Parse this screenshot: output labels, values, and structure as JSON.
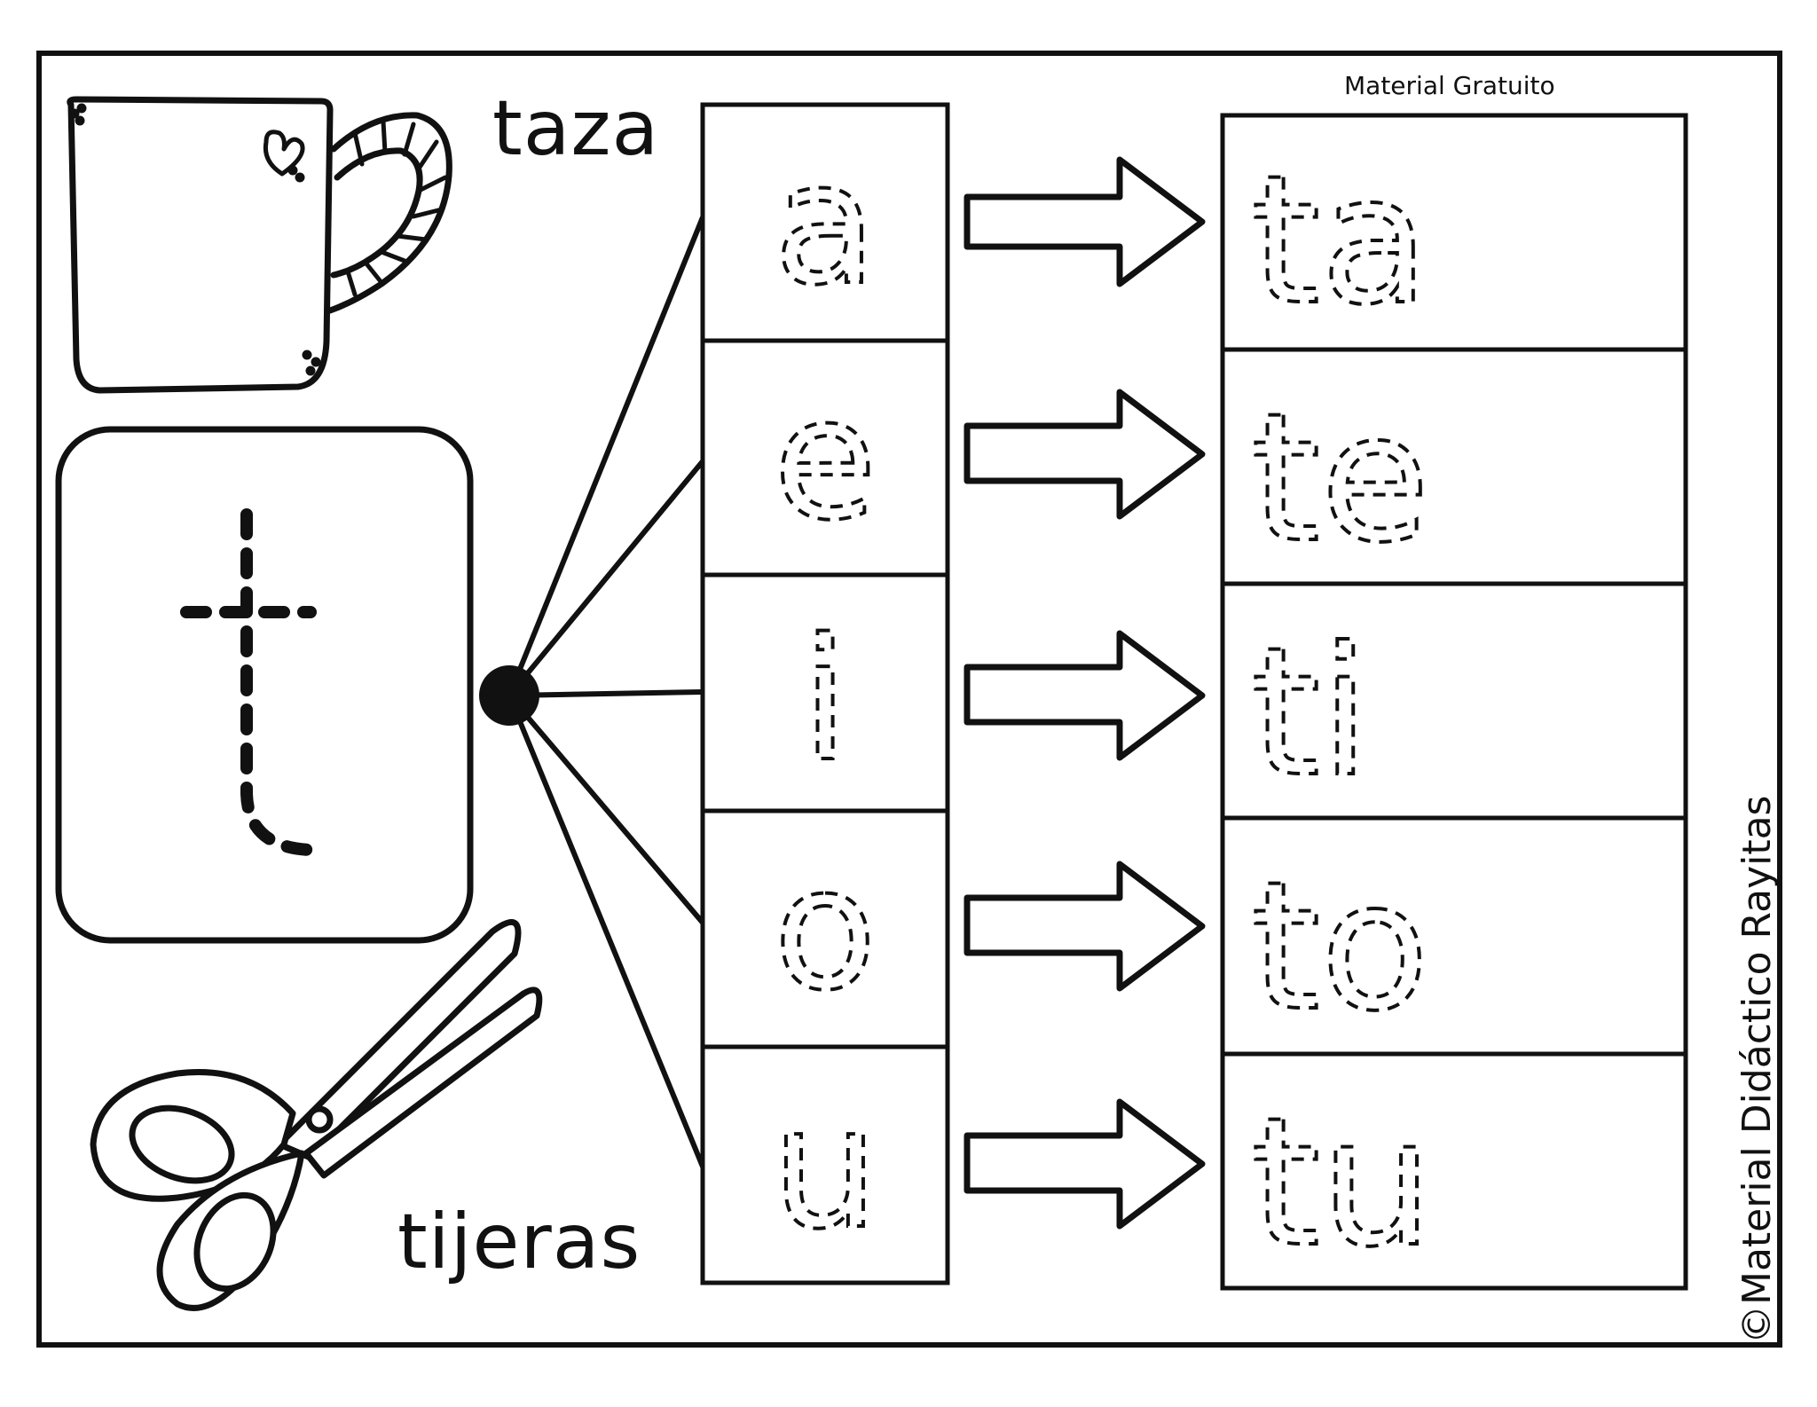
{
  "header": {
    "text": "Material Gratuito"
  },
  "credit": "©Material Didáctico Rayitas",
  "pictures": [
    {
      "label": "taza",
      "icon": "mug-icon"
    },
    {
      "label": "tijeras",
      "icon": "scissors-icon"
    }
  ],
  "main_letter": "t",
  "vowels": [
    "a",
    "e",
    "i",
    "o",
    "u"
  ],
  "syllables": [
    "ta",
    "te",
    "ti",
    "to",
    "tu"
  ]
}
